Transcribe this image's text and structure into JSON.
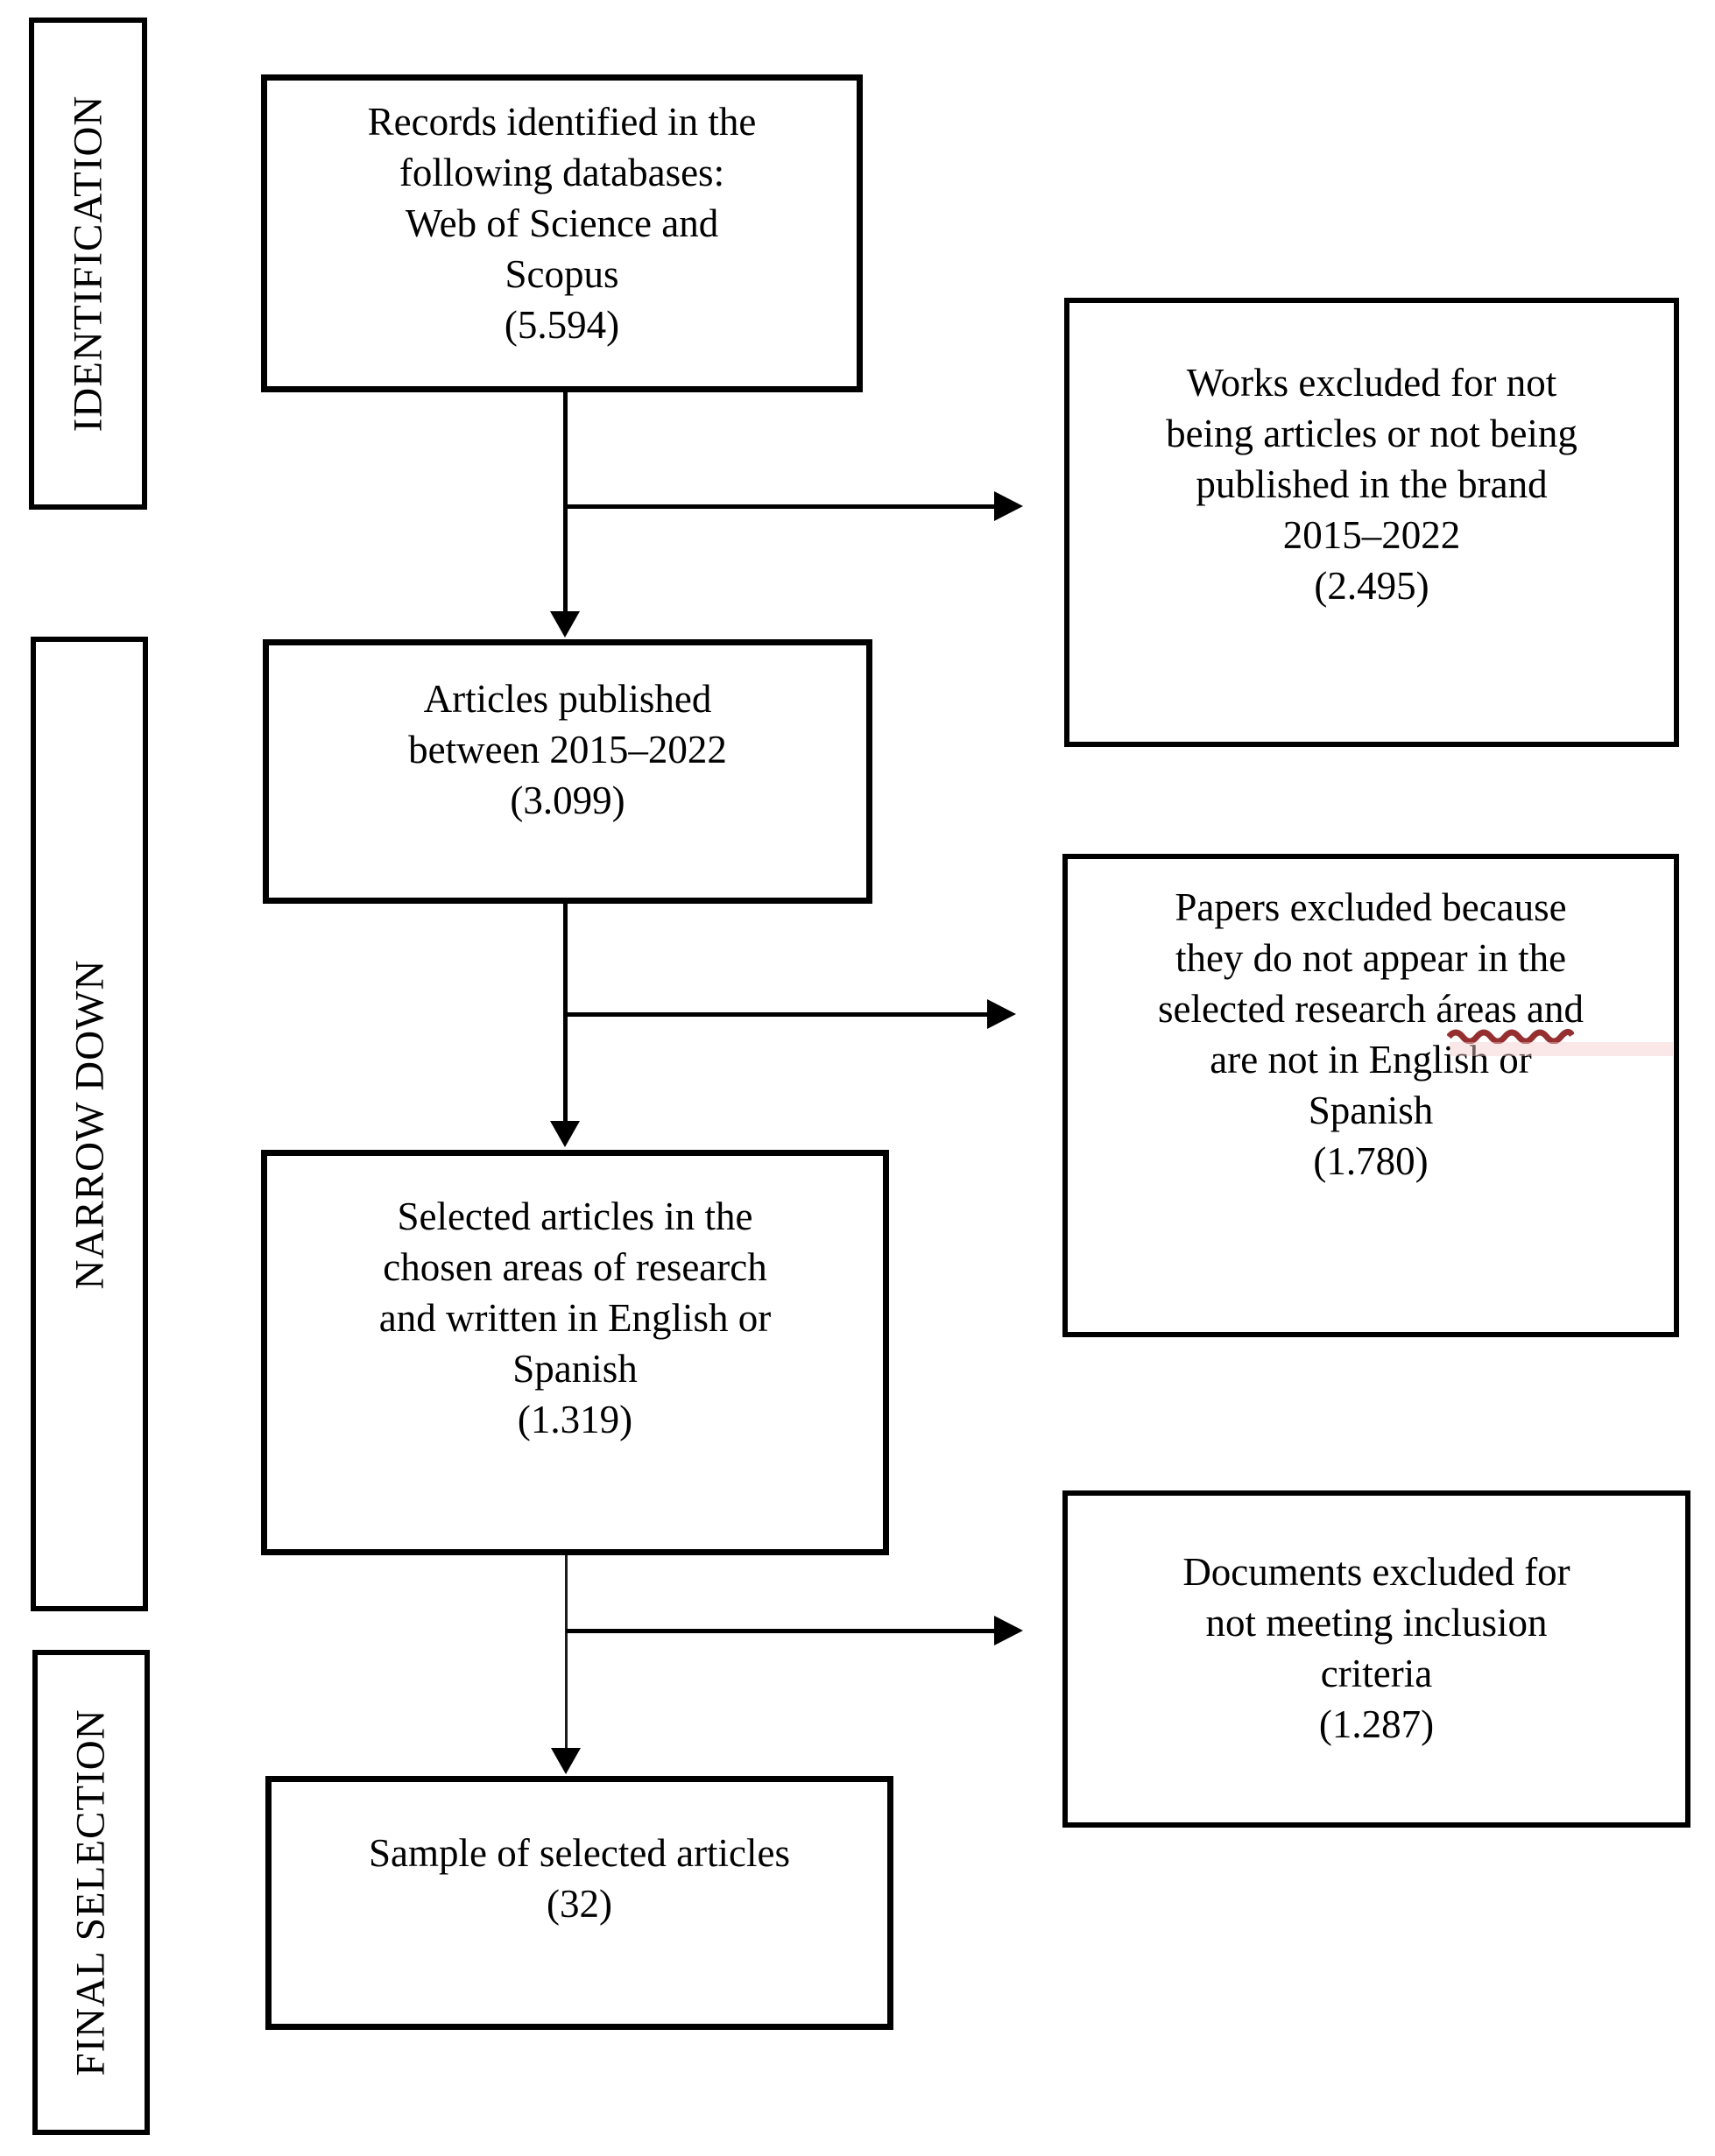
{
  "colors": {
    "line": "#000000",
    "text": "#000000",
    "background": "#ffffff",
    "spellcheck_mark": "#8b1a1a"
  },
  "stages": [
    {
      "label": "IDENTIFICATION"
    },
    {
      "label": "NARROW DOWN"
    },
    {
      "label": "FINAL SELECTION"
    }
  ],
  "flow_boxes": [
    {
      "id": "records-identified",
      "count": "5.594",
      "text": "Records identified in the\nfollowing databases:\nWeb of Science and\nScopus\n(5.594)"
    },
    {
      "id": "articles-published",
      "count": "3.099",
      "text": "Articles published\nbetween 2015–2022\n(3.099)"
    },
    {
      "id": "selected-articles",
      "count": "1.319",
      "text": "Selected articles in the\nchosen areas of research\nand written in English or\nSpanish\n(1.319)"
    },
    {
      "id": "final-sample",
      "count": "32",
      "text": "Sample of selected articles\n(32)"
    }
  ],
  "exclusion_boxes": [
    {
      "id": "excluded-not-articles",
      "count": "2.495",
      "text": "Works excluded for not\nbeing articles or not being\npublished in the brand\n2015–2022\n(2.495)"
    },
    {
      "id": "excluded-research-areas",
      "count": "1.780",
      "text": "Papers excluded because\nthey do not appear in the\nselected research áreas and\nare not in English or\nSpanish\n(1.780)"
    },
    {
      "id": "excluded-inclusion-criteria",
      "count": "1.287",
      "text": "Documents excluded for\nnot meeting inclusion\ncriteria\n(1.287)"
    }
  ]
}
